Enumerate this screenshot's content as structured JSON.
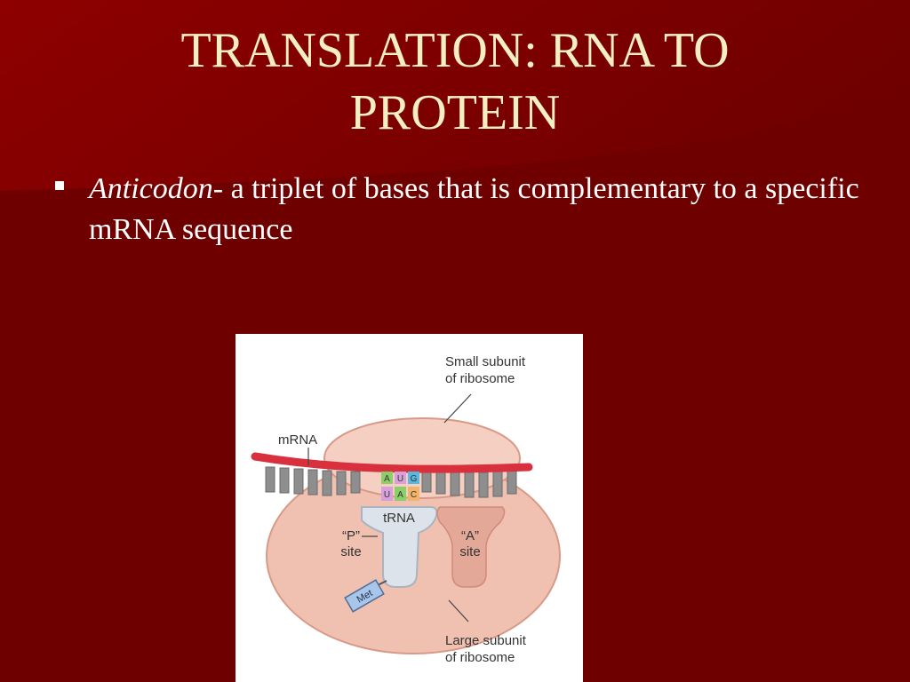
{
  "slide": {
    "title_line1": "TRANSLATION: RNA TO",
    "title_line2": "PROTEIN",
    "bullet": {
      "term": "Anticodon",
      "dash": "- ",
      "text": "a triplet of bases that is complementary to a specific mRNA sequence"
    }
  },
  "figure": {
    "labels": {
      "small_subunit_line1": "Small subunit",
      "small_subunit_line2": "of ribosome",
      "mrna": "mRNA",
      "trna": "tRNA",
      "p_site_line1": "“P”",
      "p_site_line2": "site",
      "a_site_line1": "“A”",
      "a_site_line2": "site",
      "met": "Met",
      "large_subunit_line1": "Large subunit",
      "large_subunit_line2": "of ribosome"
    },
    "codon": [
      "A",
      "U",
      "G"
    ],
    "anticodon": [
      "U",
      "A",
      "C"
    ]
  },
  "colors": {
    "background": "#6f0000",
    "background_highlight": "#8a0000",
    "title": "#f3efc2",
    "body_text": "#ffffff",
    "ribosome": "#f0c0b0",
    "mrna_strand": "#d9303e",
    "trna": "#dde3ea",
    "base_a": "#8ccf6a",
    "base_u": "#d8a0d8",
    "base_g": "#5ab8e0",
    "base_c": "#f2b36a"
  }
}
